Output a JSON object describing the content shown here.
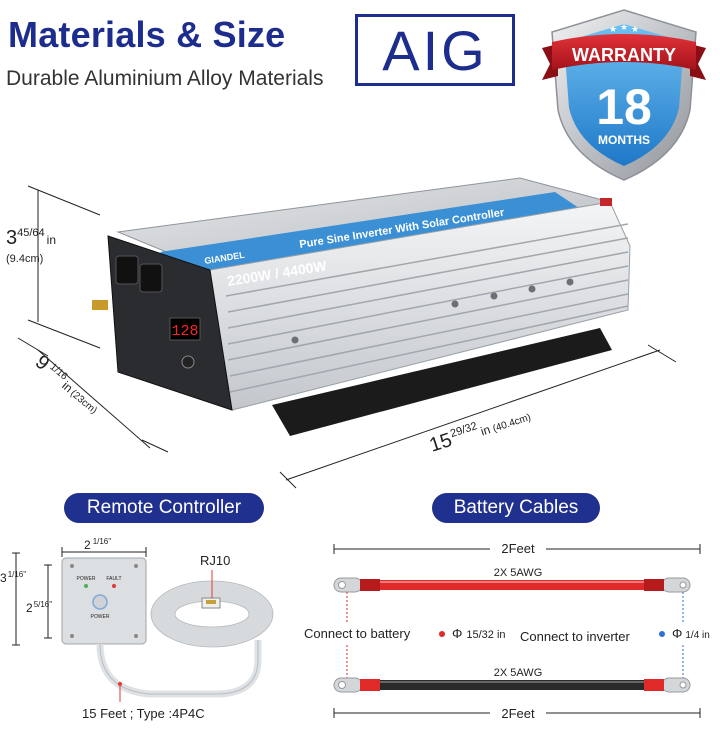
{
  "header": {
    "title": "Materials & Size",
    "subtitle": "Durable Aluminium Alloy Materials",
    "brand": "AIG"
  },
  "warranty": {
    "label": "WARRANTY",
    "number": "18",
    "unit": "MONTHS"
  },
  "product": {
    "brand_on_case": "GIANDEL",
    "case_text": "Pure Sine Inverter With Solar Controller",
    "power_text": "2200W / 4400W",
    "display_value": "128"
  },
  "dimensions": {
    "height_whole": "3",
    "height_frac": "45/64",
    "height_unit": "in",
    "height_cm": "(9.4cm)",
    "width_whole": "9",
    "width_frac": "1/16",
    "width_unit": "in",
    "width_cm": "(23cm)",
    "length_whole": "15",
    "length_frac": "29/32",
    "length_unit": "in",
    "length_cm": "(40.4cm)"
  },
  "remote": {
    "section_title": "Remote Controller",
    "width_whole": "2",
    "width_frac": "1/16''",
    "height_whole": "3",
    "height_frac": "1/16''",
    "inner_whole": "2",
    "inner_frac": "5/16''",
    "connector": "RJ10",
    "label_power": "POWER",
    "label_fault": "FAULT",
    "label_button": "POWER",
    "cable_desc": "15 Feet ; Type :4P4C"
  },
  "cables": {
    "section_title": "Battery Cables",
    "length_top": "2Feet",
    "length_bottom": "2Feet",
    "red_spec": "2X  5AWG",
    "black_spec": "2X  5AWG",
    "battery_label": "Connect to battery",
    "battery_phi": "Φ",
    "battery_size": "15/32 in",
    "inverter_label": "Connect to inverter",
    "inverter_phi": "Φ",
    "inverter_size": "1/4 in",
    "red_color": "#e02a2a",
    "blue_color": "#2f6fd8"
  }
}
